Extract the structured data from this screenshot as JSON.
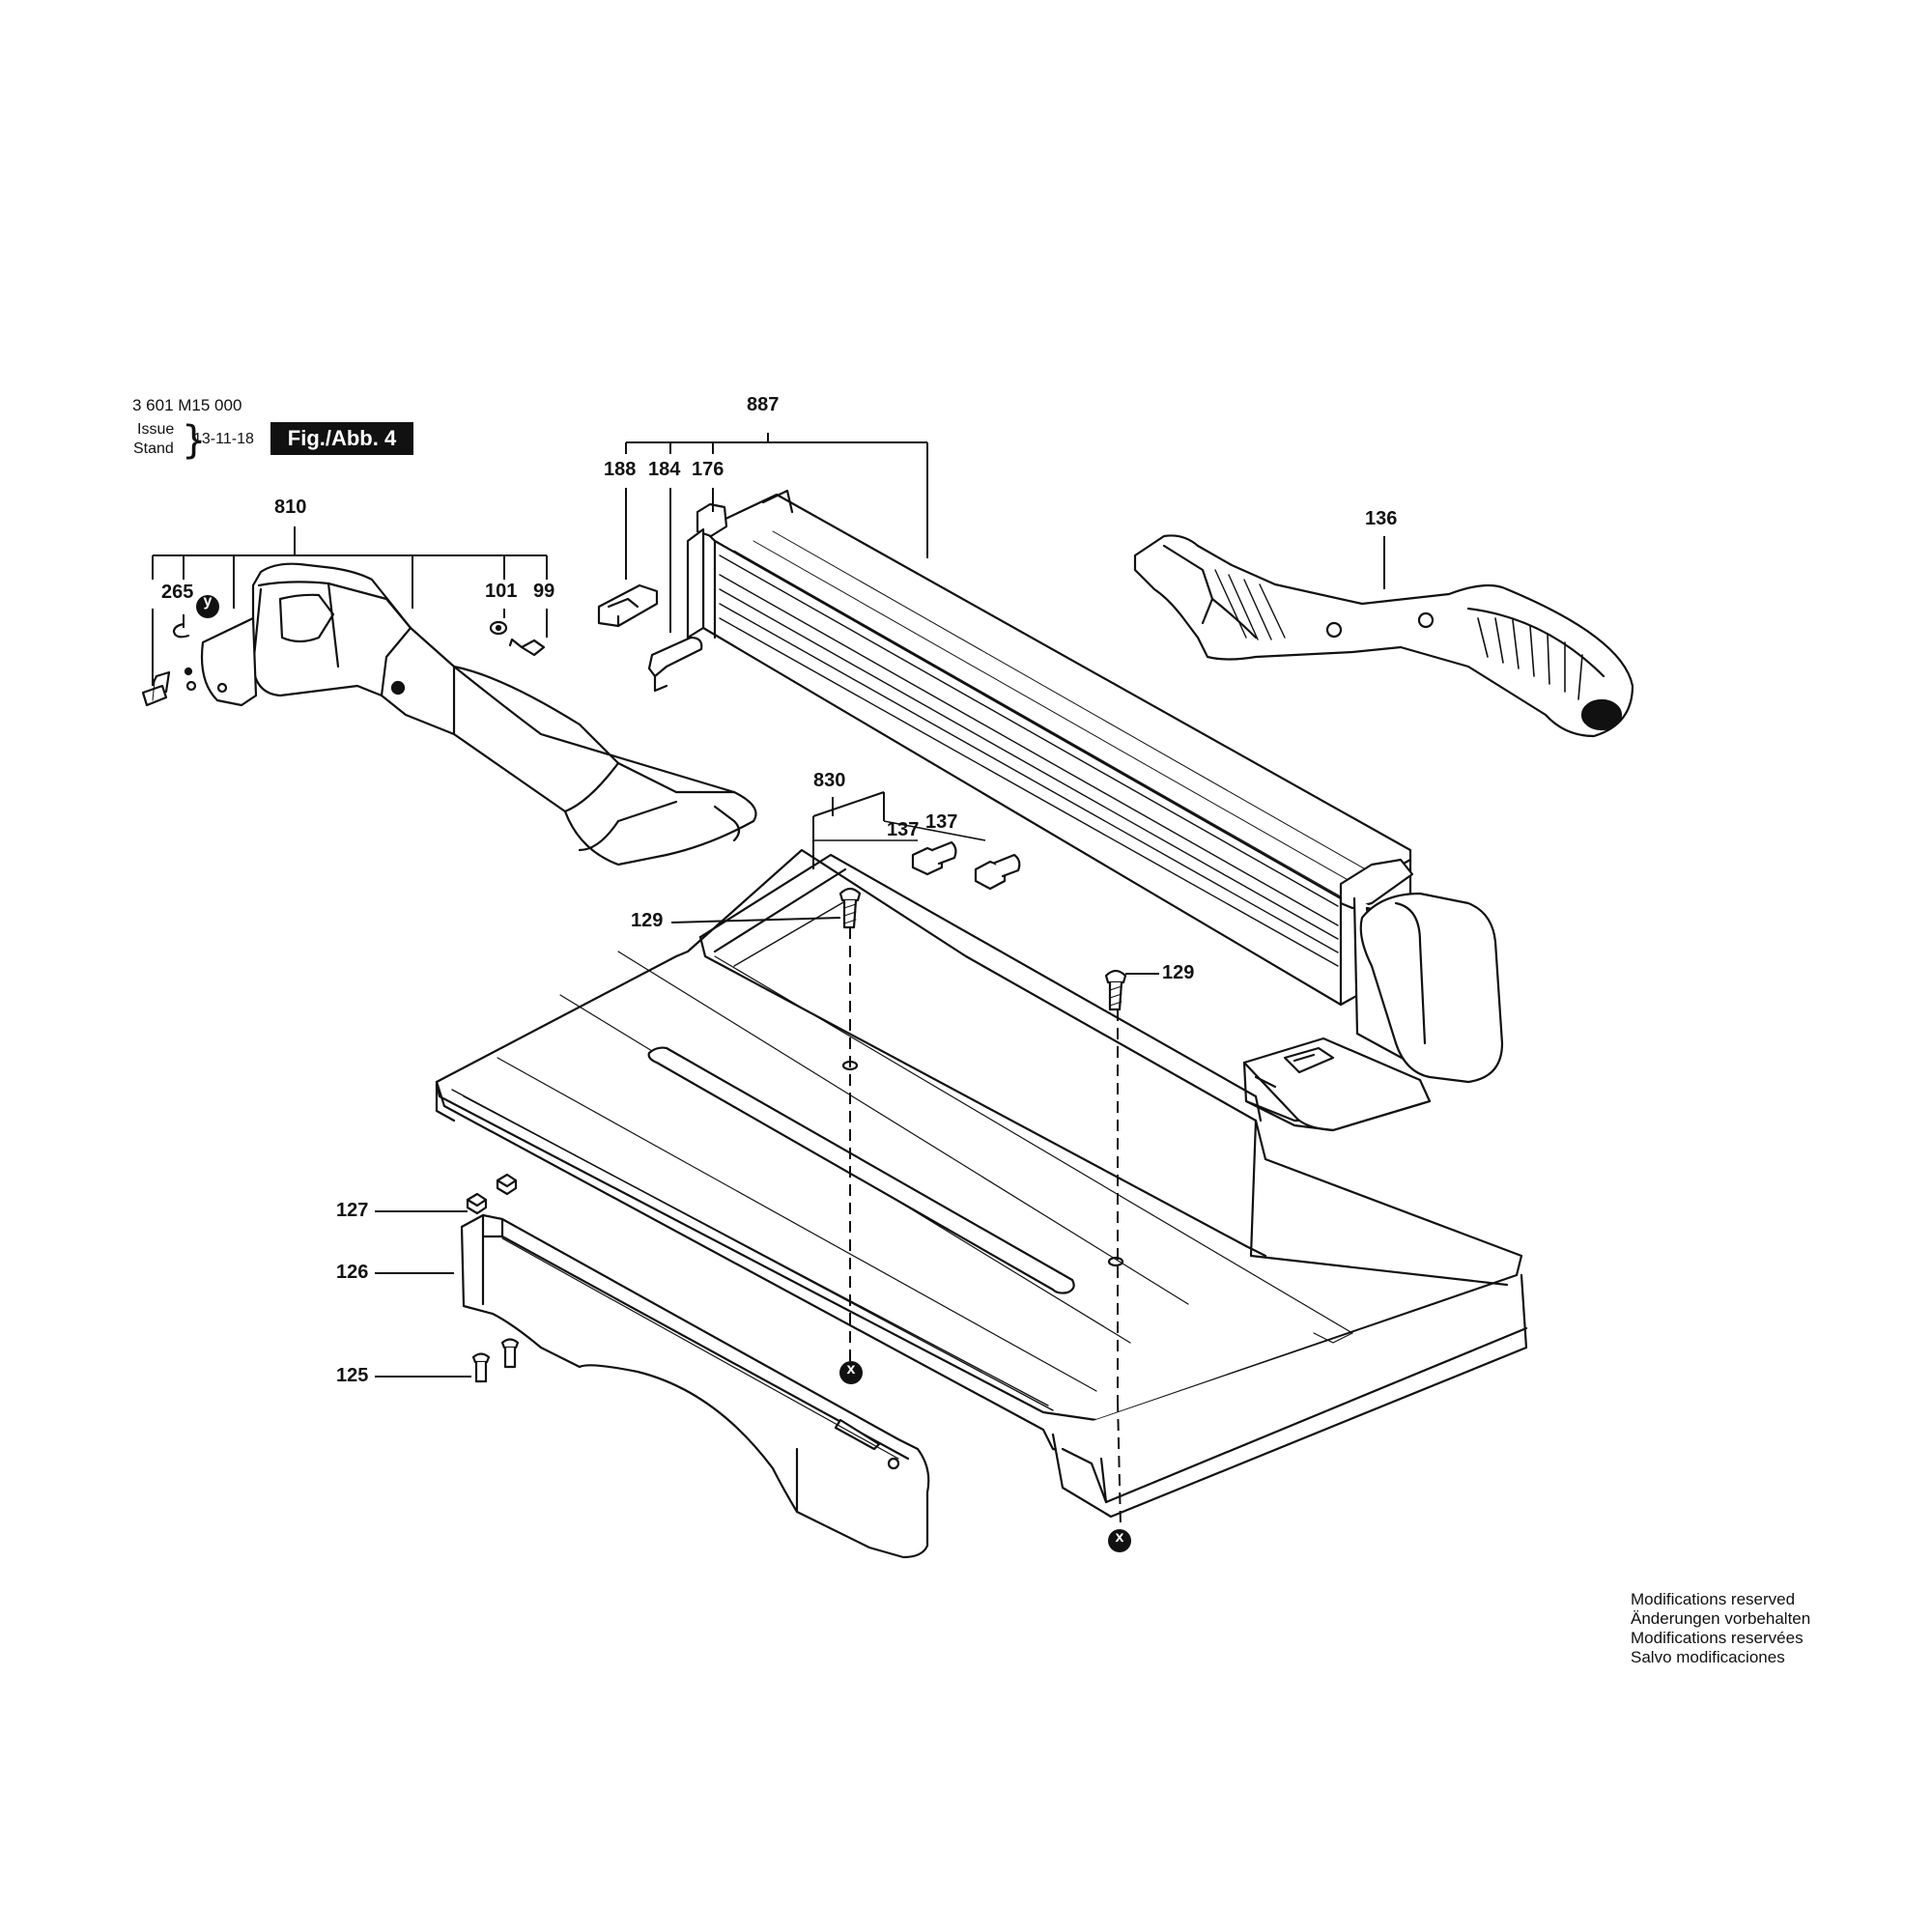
{
  "header": {
    "part_number": "3 601 M15 000",
    "issue_label": "Issue",
    "stand_label": "Stand",
    "date": "13-11-18",
    "figure_label": "Fig./Abb. 4"
  },
  "callouts": {
    "p887": "887",
    "p188": "188",
    "p184": "184",
    "p176": "176",
    "p810": "810",
    "p265": "265",
    "p101": "101",
    "p99": "99",
    "p136": "136",
    "p830": "830",
    "p137a": "137",
    "p137b": "137",
    "p129a": "129",
    "p129b": "129",
    "p127": "127",
    "p126": "126",
    "p125": "125"
  },
  "markers": {
    "y": "y",
    "x1": "x",
    "x2": "x"
  },
  "notes": [
    "Modifications reserved",
    "Änderungen vorbehalten",
    "Modifications reservées",
    "Salvo modificaciones"
  ]
}
